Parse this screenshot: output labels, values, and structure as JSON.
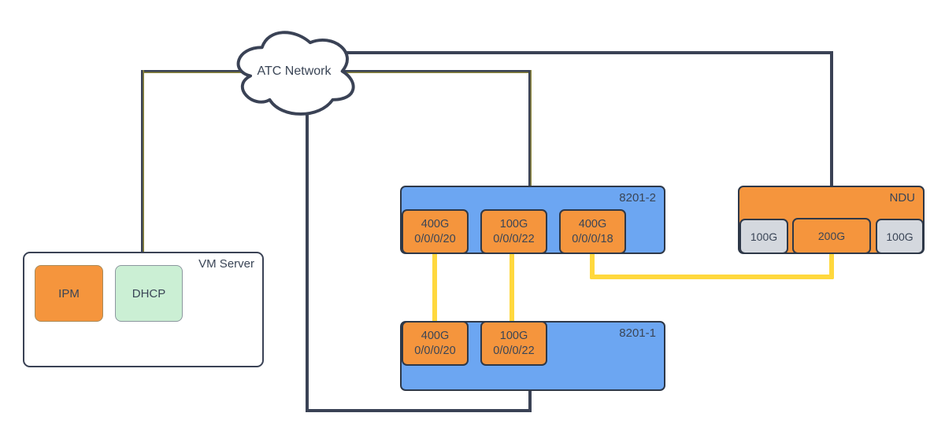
{
  "colors": {
    "line_dark": "#3A4255",
    "link_yellow": "#FFD83D",
    "node_blue": "#6CA6F2",
    "node_orange": "#F5953D",
    "node_gray": "#D4D8DE",
    "node_green": "#CBEFD4",
    "node_white": "#FFFFFF",
    "text": "#3A4556"
  },
  "cloud": {
    "label": "ATC Network"
  },
  "vm_server": {
    "label": "VM Server",
    "ipm_label": "IPM",
    "dhcp_label": "DHCP"
  },
  "router_8201_2": {
    "label": "8201-2",
    "ports": [
      {
        "speed": "400G",
        "interface": "0/0/0/20"
      },
      {
        "speed": "100G",
        "interface": "0/0/0/22"
      },
      {
        "speed": "400G",
        "interface": "0/0/0/18"
      }
    ]
  },
  "router_8201_1": {
    "label": "8201-1",
    "ports": [
      {
        "speed": "400G",
        "interface": "0/0/0/20"
      },
      {
        "speed": "100G",
        "interface": "0/0/0/22"
      }
    ]
  },
  "ndu": {
    "label": "NDU",
    "ports": [
      {
        "speed": "100G"
      },
      {
        "speed": "200G"
      },
      {
        "speed": "100G"
      }
    ]
  }
}
